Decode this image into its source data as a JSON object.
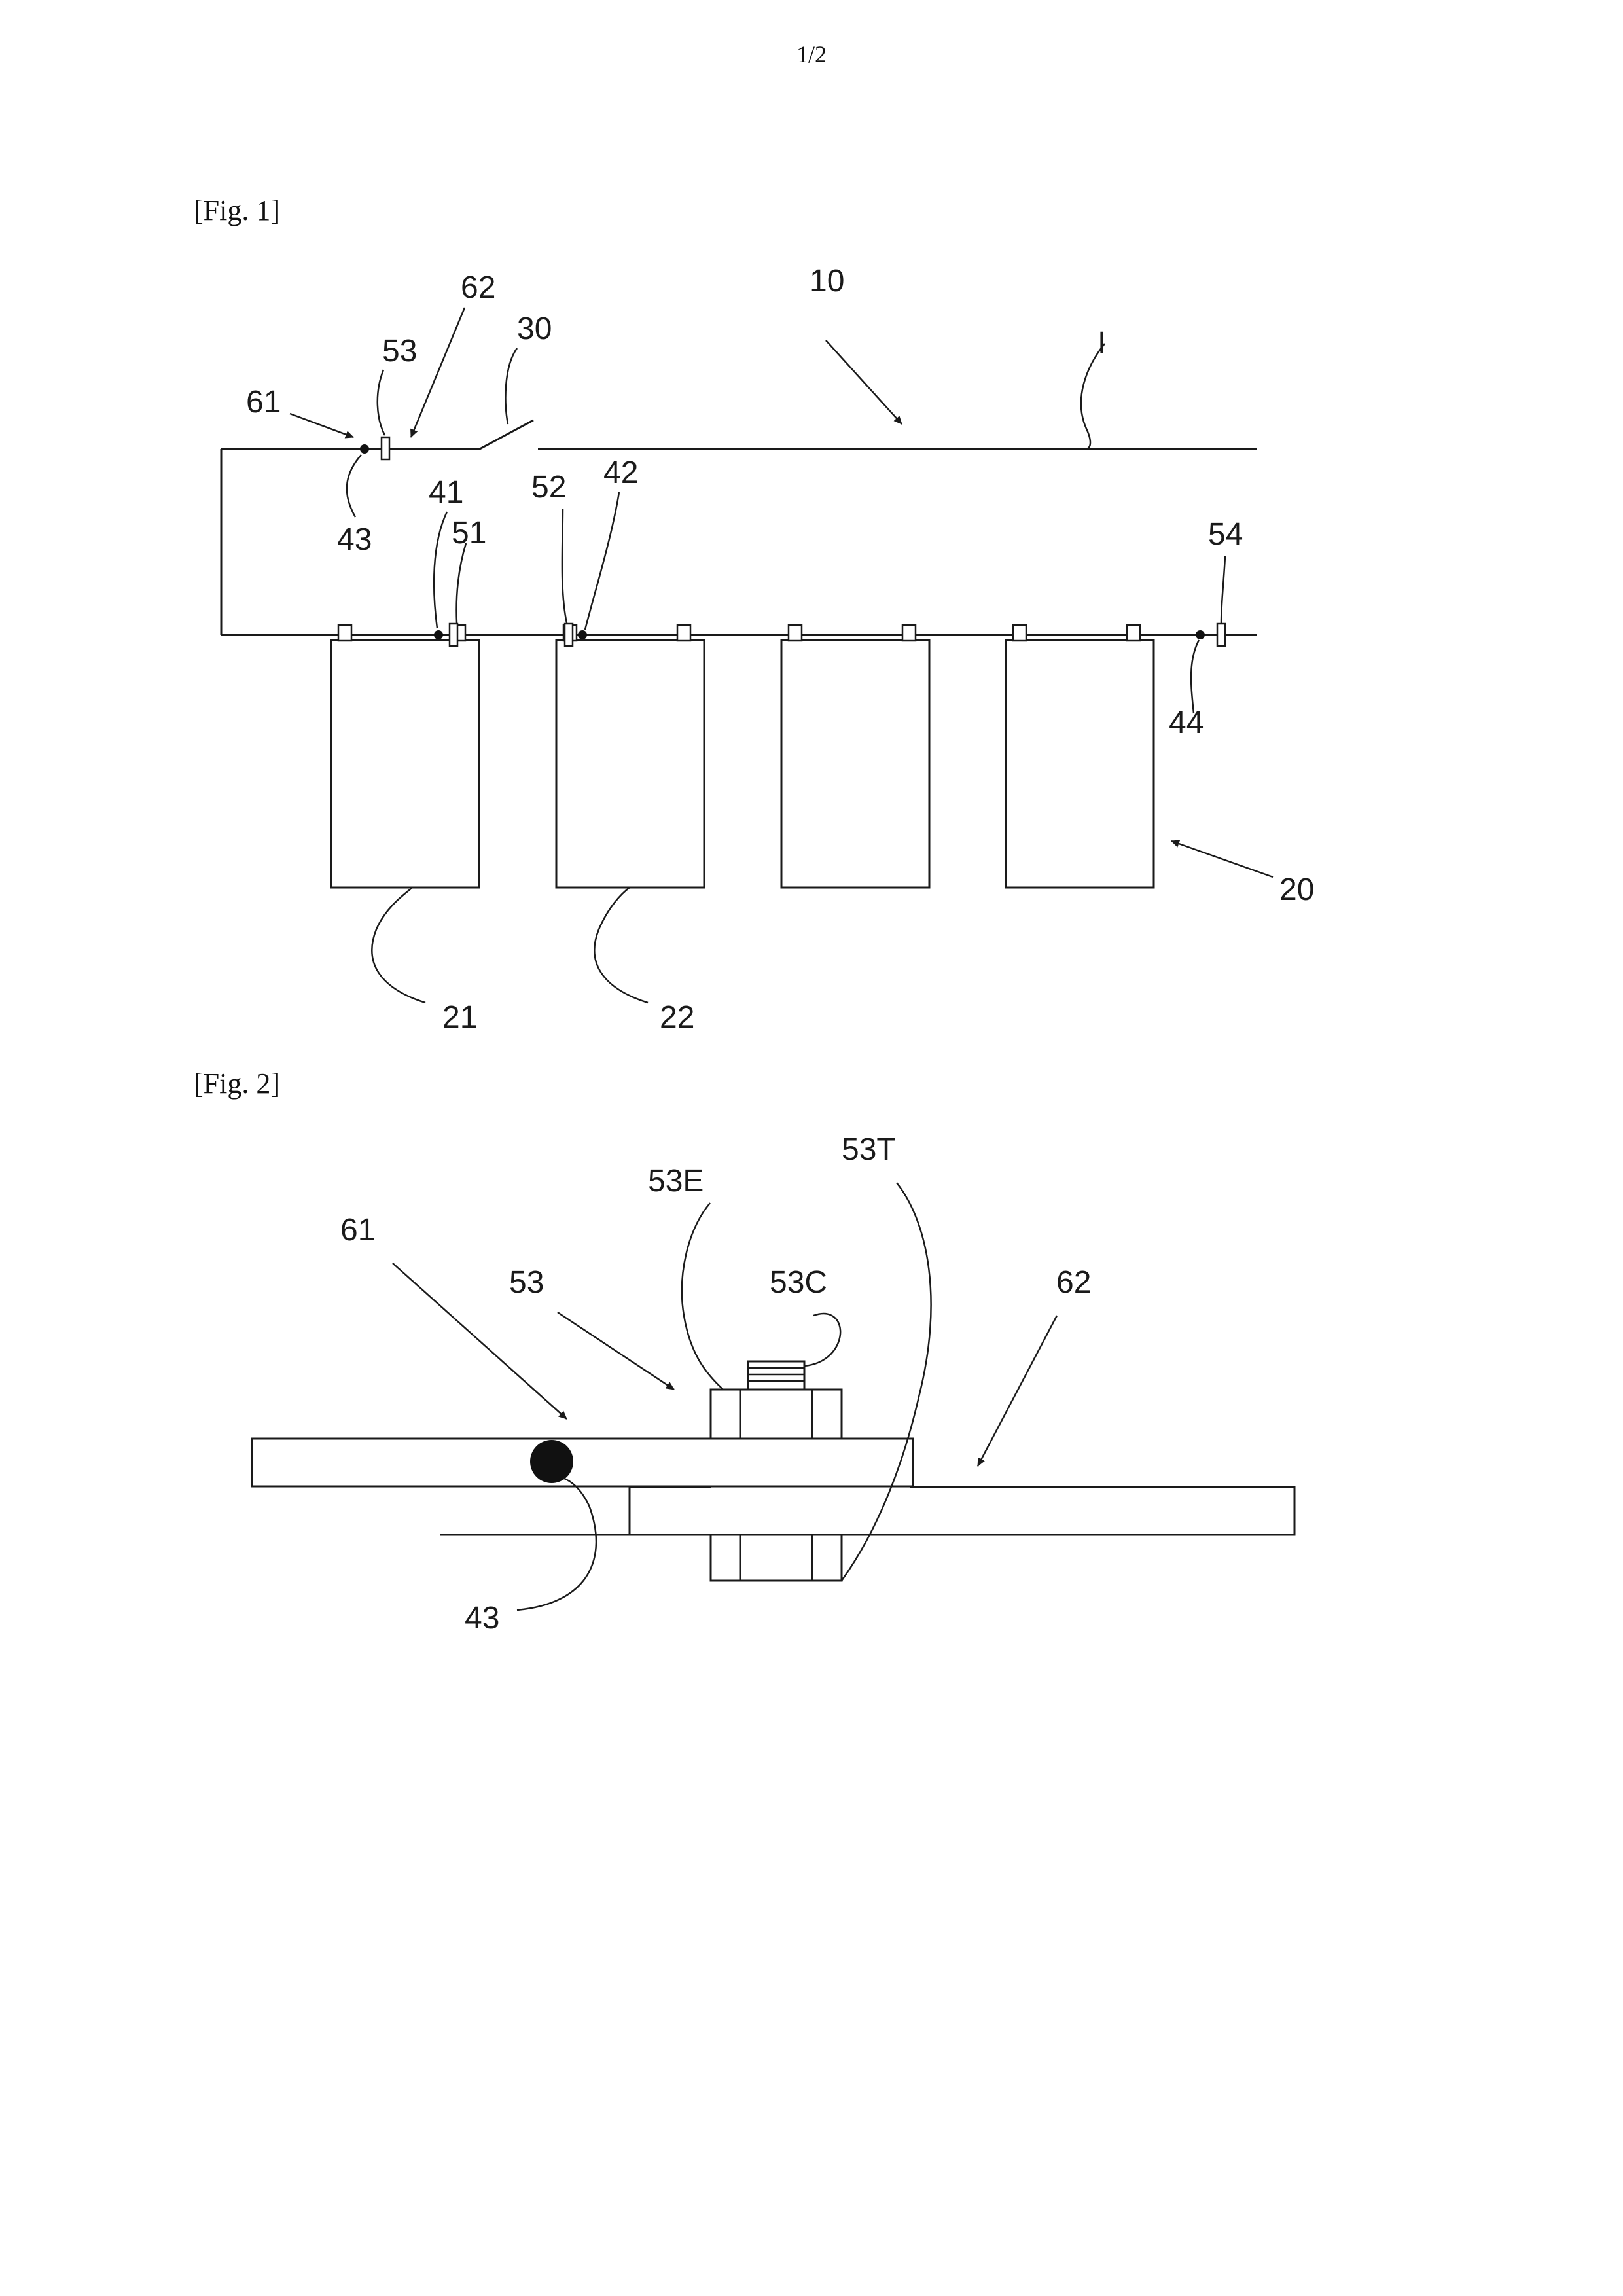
{
  "page": {
    "number": "1/2"
  },
  "fig1": {
    "caption": "[Fig. 1]",
    "labels": {
      "l10": "10",
      "lI": "I",
      "l30": "30",
      "l53": "53",
      "l62": "62",
      "l61": "61",
      "l43": "43",
      "l41": "41",
      "l51": "51",
      "l52": "52",
      "l42": "42",
      "l54": "54",
      "l44": "44",
      "l20": "20",
      "l21": "21",
      "l22": "22"
    }
  },
  "fig2": {
    "caption": "[Fig. 2]",
    "labels": {
      "l53E": "53E",
      "l53T": "53T",
      "l61": "61",
      "l53": "53",
      "l53C": "53C",
      "l62": "62",
      "l43": "43"
    }
  }
}
